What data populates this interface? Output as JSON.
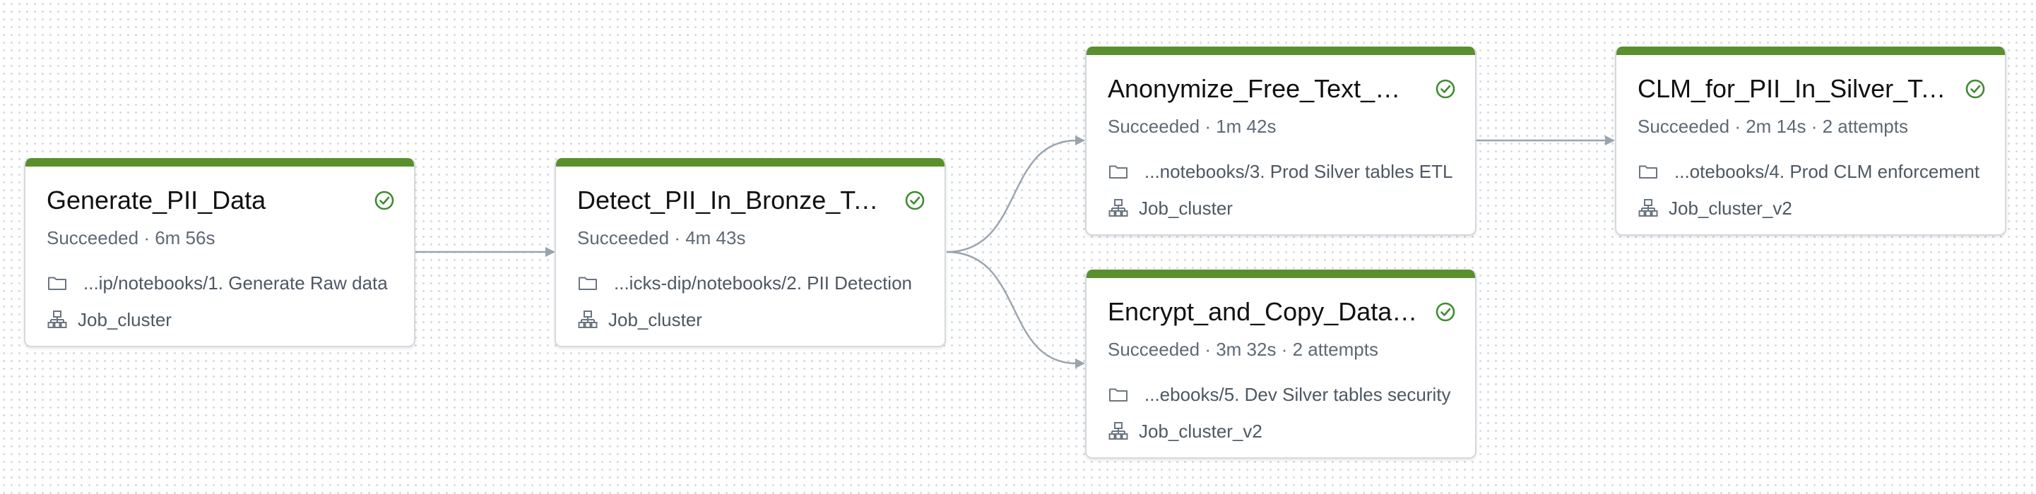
{
  "colors": {
    "success_bar": "#5a8f2e",
    "success_icon": "#3f8a32",
    "edge": "#9aa4ae",
    "canvas_dots": "#d6dade"
  },
  "icons": {
    "status": "check-circle-icon",
    "path": "folder-icon",
    "cluster": "cluster-hierarchy-icon"
  },
  "tasks": [
    {
      "name": "Generate_PII_Data",
      "meta": "Succeeded · 6m 56s",
      "path": "...ip/notebooks/1. Generate Raw data",
      "cluster": "Job_cluster"
    },
    {
      "name": "Detect_PII_In_Bronze_Tabl...",
      "meta": "Succeeded · 4m 43s",
      "path": "...icks-dip/notebooks/2. PII Detection",
      "cluster": "Job_cluster"
    },
    {
      "name": "Anonymize_Free_Text_Col...",
      "meta": "Succeeded · 1m 42s",
      "path": "...notebooks/3. Prod Silver tables ETL",
      "cluster": "Job_cluster"
    },
    {
      "name": "Encrypt_and_Copy_Data_t...",
      "meta": "Succeeded · 3m 32s · 2 attempts",
      "path": "...ebooks/5. Dev Silver tables security",
      "cluster": "Job_cluster_v2"
    },
    {
      "name": "CLM_for_PII_In_Silver_Tab...",
      "meta": "Succeeded · 2m 14s · 2 attempts",
      "path": "...otebooks/4. Prod CLM enforcement",
      "cluster": "Job_cluster_v2"
    }
  ]
}
